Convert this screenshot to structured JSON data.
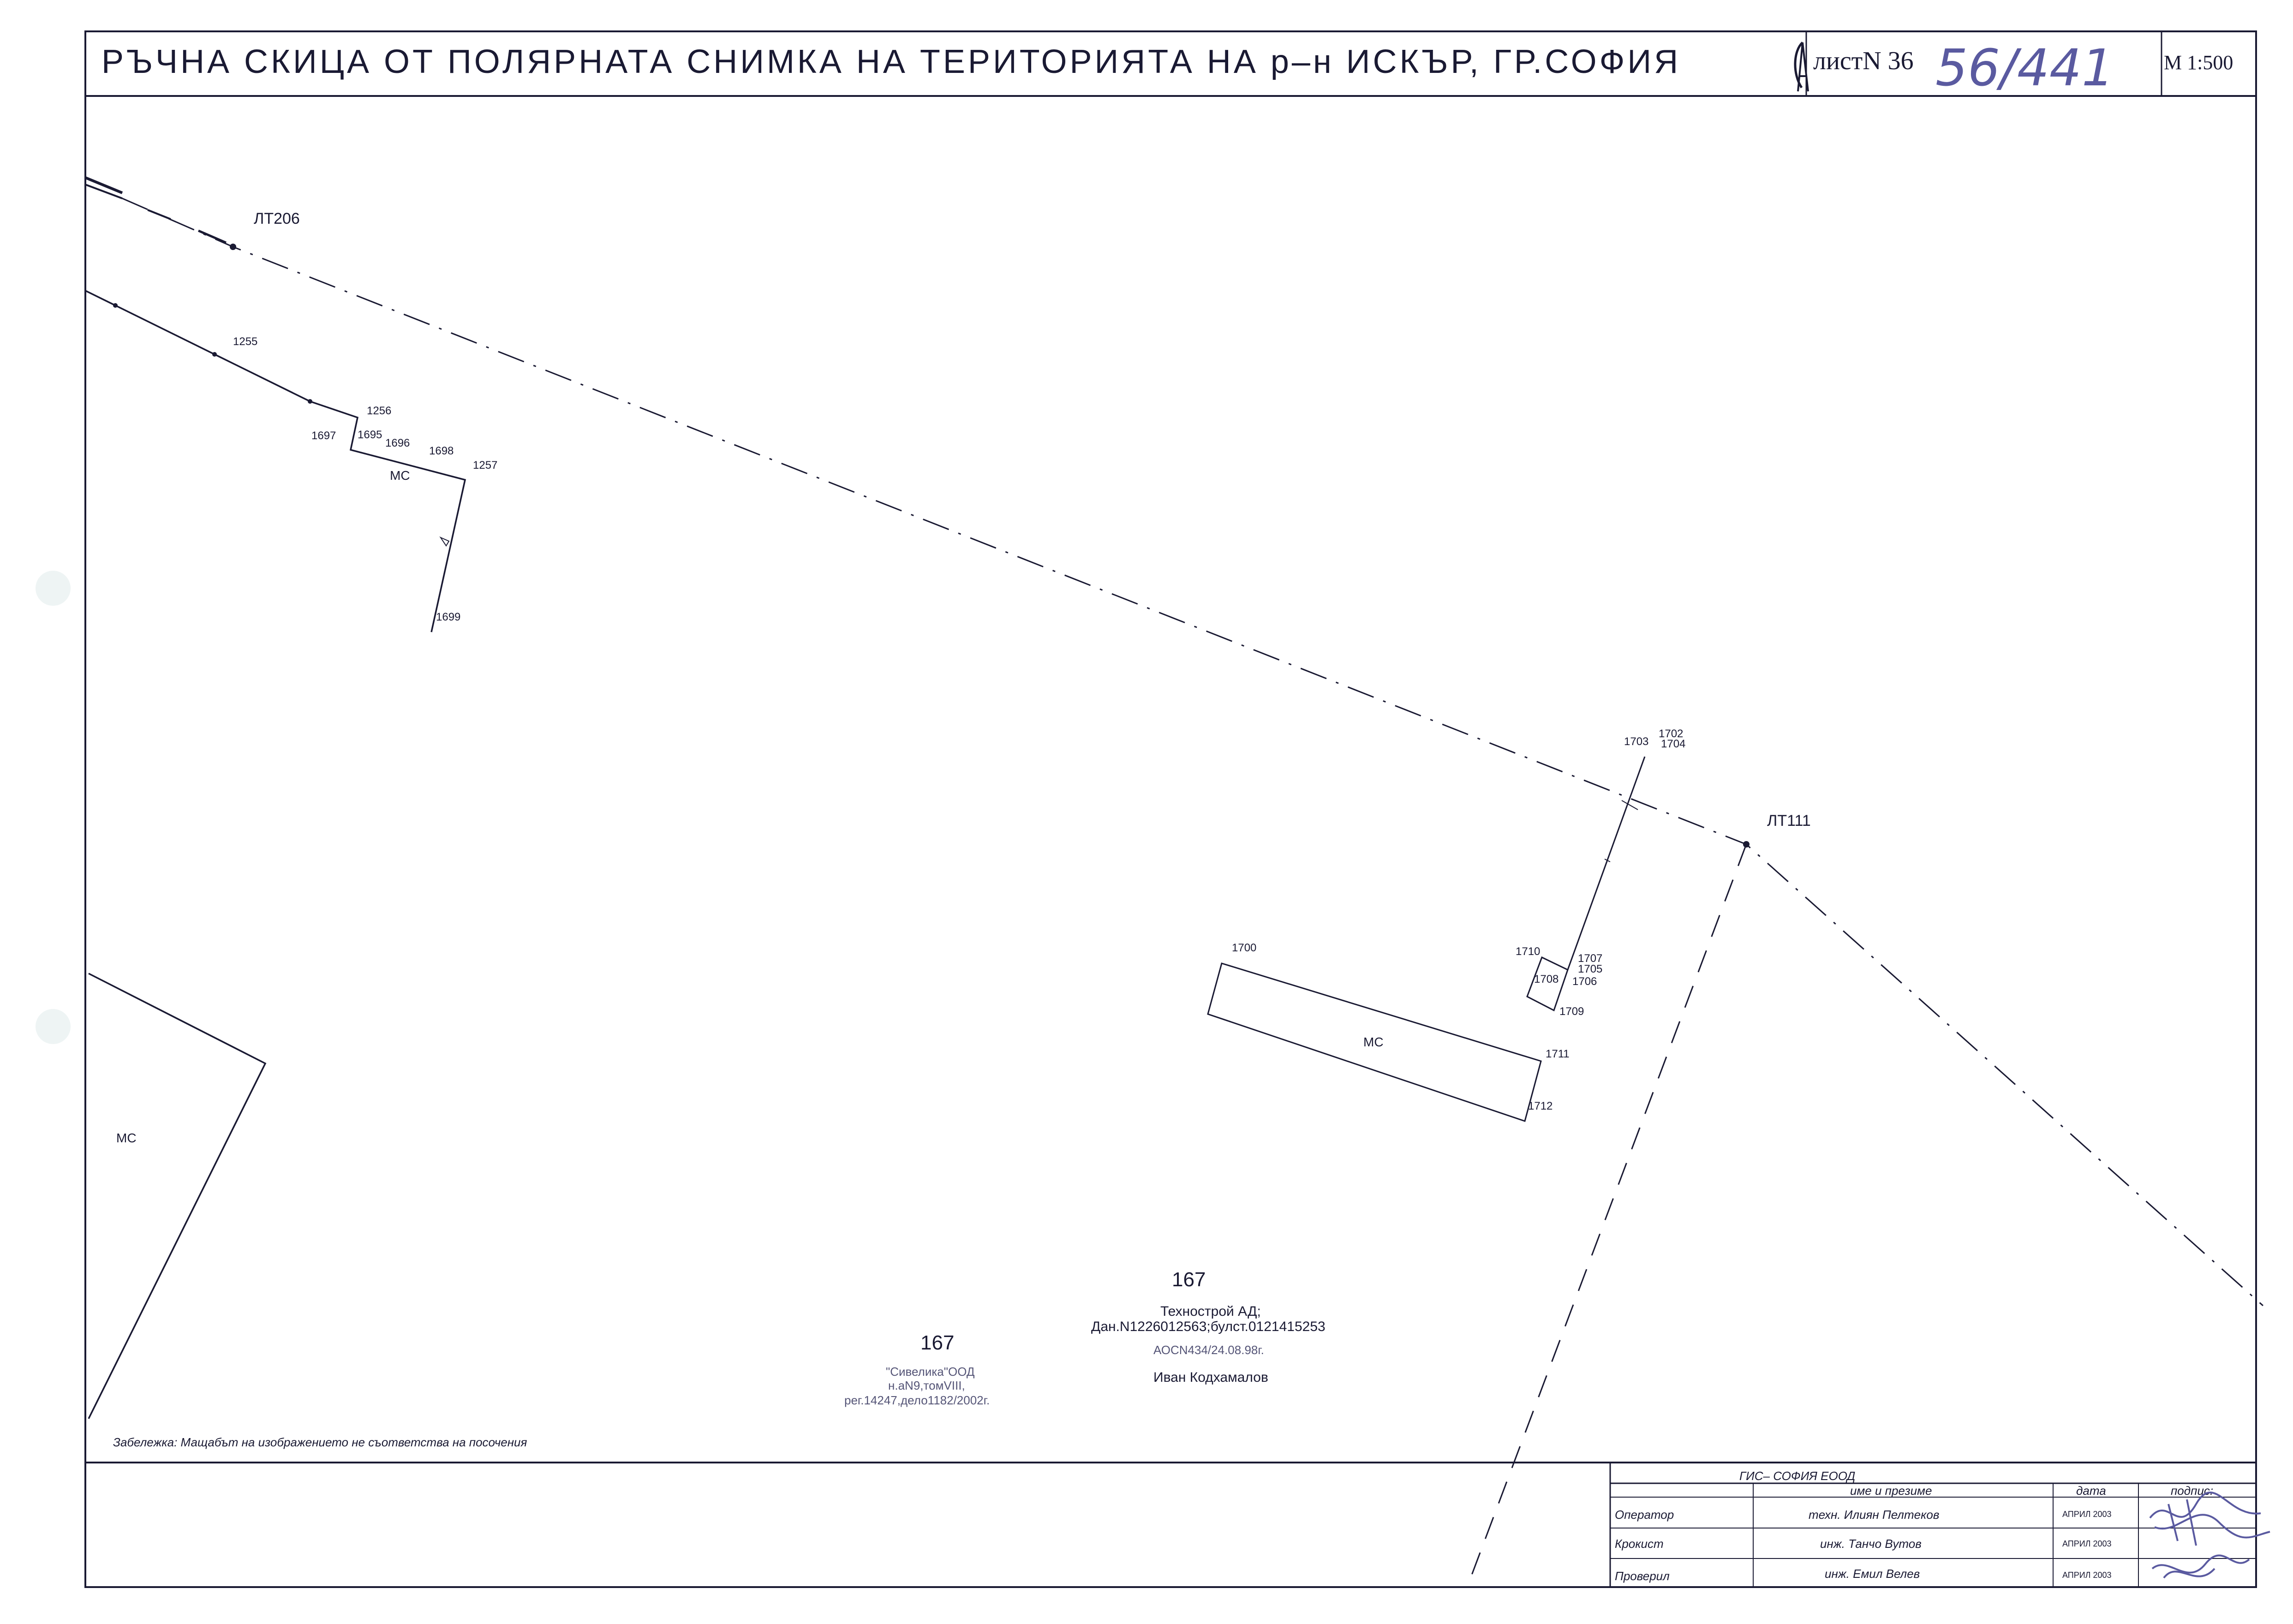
{
  "header": {
    "title": "РЪЧНА СКИЦА ОТ ПОЛЯРНАТА СНИМКА НА ТЕРИТОРИЯТА НА р–н ИСКЪР, ГР.СОФИЯ",
    "sheet_label": "листN 36",
    "sheet_handwritten": "56/441",
    "scale": "М 1:500",
    "logo": "gis-sofia-logo"
  },
  "map": {
    "lt_points": [
      "ЛТ206",
      "ЛТ111"
    ],
    "points": {
      "p1255": "1255",
      "p1256": "1256",
      "p1697": "1697",
      "p1695": "1695",
      "p1696": "1696",
      "p1698": "1698",
      "p1257": "1257",
      "p1699": "1699",
      "p1703": "1703",
      "p1702": "1702",
      "p1704": "1704",
      "p1700": "1700",
      "p1710": "1710",
      "p1708": "1708",
      "p1707": "1707",
      "p1705": "1705",
      "p1706": "1706",
      "p1709": "1709",
      "p1711": "1711",
      "p1712": "1712"
    },
    "ms_labels": [
      "МС",
      "МС",
      "МС"
    ],
    "parcels": [
      {
        "number": "167",
        "lines": [
          "Техностpой АД;",
          "Дан.N1226012563;булст.0121415253"
        ],
        "faint": "АОСN434/24.08.98г.",
        "person": "Иван Кодхамалов"
      },
      {
        "number": "167",
        "lines": [
          "\"Сивелика\"ООД",
          "н.аN9,томVIII,"
        ],
        "faint": "рег.14247,дело1182/2002г."
      }
    ],
    "note": "Забележка: Мащабът на изображението не съответства на посочения"
  },
  "title_block": {
    "company": "ГИС– СОФИЯ ЕООД",
    "col_name": "име и презиме",
    "col_date": "дата",
    "col_sign": "подпис:",
    "rows": [
      {
        "role": "Оператор",
        "name": "техн. Илиян Пелтеков",
        "date": "АПРИЛ 2003"
      },
      {
        "role": "Крокист",
        "name": "инж. Танчо Вутов",
        "date": "АПРИЛ 2003"
      },
      {
        "role": "Проверил",
        "name": "инж. Емил Велев",
        "date": "АПРИЛ 2003"
      }
    ]
  },
  "colors": {
    "ink": "#1a1a33",
    "handwriting": "#5a5aa0",
    "paper": "#ffffff"
  }
}
